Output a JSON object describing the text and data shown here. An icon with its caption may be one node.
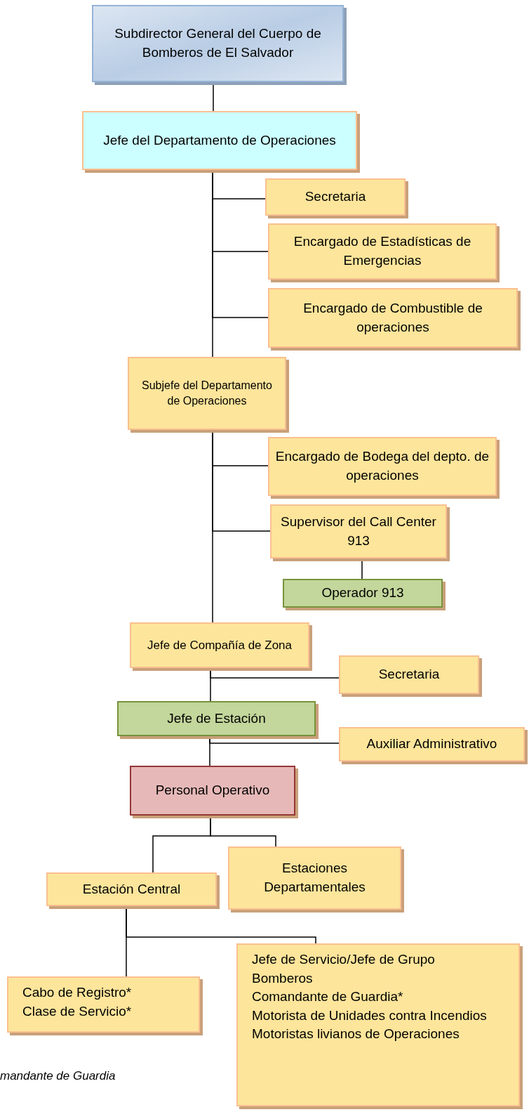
{
  "diagram": {
    "nodes": [
      {
        "text": [
          "Subdirector General del Cuerpo de Bomberos de El Salvador"
        ]
      },
      {
        "text": [
          "Jefe del Departamento de Operaciones"
        ]
      },
      {
        "text": [
          "Secretaria"
        ]
      },
      {
        "text": [
          "Encargado de Estadísticas de Emergencias"
        ]
      },
      {
        "text": [
          "Encargado de Combustible de operaciones"
        ]
      },
      {
        "text": [
          "Subjefe del Departamento de Operaciones"
        ]
      },
      {
        "text": [
          "Encargado de Bodega del depto. de operaciones"
        ]
      },
      {
        "text": [
          "Supervisor del Call Center 913"
        ]
      },
      {
        "text": [
          "Operador 913"
        ]
      },
      {
        "text": [
          "Jefe de Compañía de Zona"
        ]
      },
      {
        "text": [
          "Secretaria"
        ]
      },
      {
        "text": [
          "Jefe de Estación"
        ]
      },
      {
        "text": [
          "Auxiliar Administrativo"
        ]
      },
      {
        "text": [
          "Personal Operativo"
        ]
      },
      {
        "text": [
          "Estación Central"
        ]
      },
      {
        "text": [
          "Estaciones Departamentales"
        ]
      },
      {
        "text": [
          "Cabo de Registro*",
          "Clase de Servicio*"
        ]
      },
      {
        "text": [
          "Jefe de Servicio/Jefe de Grupo",
          "Bomberos",
          "Comandante de Guardia*",
          "Motorista de Unidades contra Incendios",
          "Motoristas livianos de Operaciones"
        ]
      }
    ],
    "edges": [
      {
        "from": 0,
        "to": 1,
        "arrow": "none"
      },
      {
        "from": 1,
        "to": 2,
        "arrow": "none"
      },
      {
        "from": 1,
        "to": 3,
        "arrow": "none"
      },
      {
        "from": 1,
        "to": 4,
        "arrow": "none"
      },
      {
        "from": 1,
        "to": 5,
        "arrow": "none"
      },
      {
        "from": 5,
        "to": 6,
        "arrow": "none"
      },
      {
        "from": 5,
        "to": 7,
        "arrow": "none"
      },
      {
        "from": 5,
        "to": 9,
        "arrow": "none"
      },
      {
        "from": 7,
        "to": 8,
        "arrow": "none"
      },
      {
        "from": 9,
        "to": 10,
        "arrow": "none"
      },
      {
        "from": 9,
        "to": 11,
        "arrow": "none"
      },
      {
        "from": 11,
        "to": 12,
        "arrow": "none"
      },
      {
        "from": 11,
        "to": 13,
        "arrow": "none"
      },
      {
        "from": 13,
        "to": 14,
        "arrow": "none"
      },
      {
        "from": 13,
        "to": 15,
        "arrow": "none"
      },
      {
        "from": 14,
        "to": 16,
        "arrow": "none"
      },
      {
        "from": 14,
        "to": 17,
        "arrow": "none"
      }
    ],
    "labels": [
      "mandante de Guardia"
    ]
  }
}
